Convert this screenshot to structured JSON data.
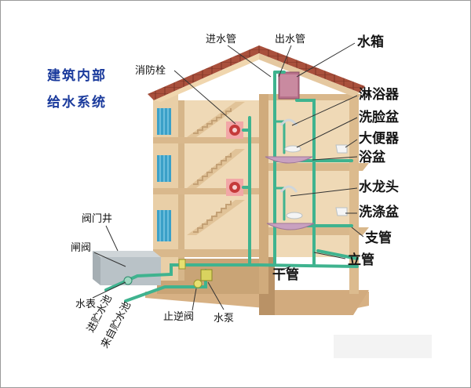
{
  "title": {
    "line1": "建筑内部",
    "line2": "给水系统"
  },
  "labels": {
    "inlet_pipe": "进水管",
    "outlet_pipe": "出水管",
    "water_tank": "水箱",
    "fire_hydrant": "消防栓",
    "shower": "淋浴器",
    "washbasin": "洗脸盆",
    "toilet": "大便器",
    "bathtub": "浴盆",
    "faucet": "水龙头",
    "sink": "洗涤盆",
    "branch_pipe": "支管",
    "riser_pipe": "立管",
    "main_pipe": "干管",
    "valve_well": "阀门井",
    "gate_valve": "闸阀",
    "water_meter": "水表",
    "to_storage_pool": "进贮水池",
    "from_storage_pool": "来自贮水池",
    "check_valve": "止逆阀",
    "water_pump": "水泵"
  },
  "colors": {
    "pipe": "#3fb38f",
    "wall": "#e3c39a",
    "roof": "#a9503c",
    "window": "#3aa0c8",
    "title": "#1a3a9c"
  }
}
